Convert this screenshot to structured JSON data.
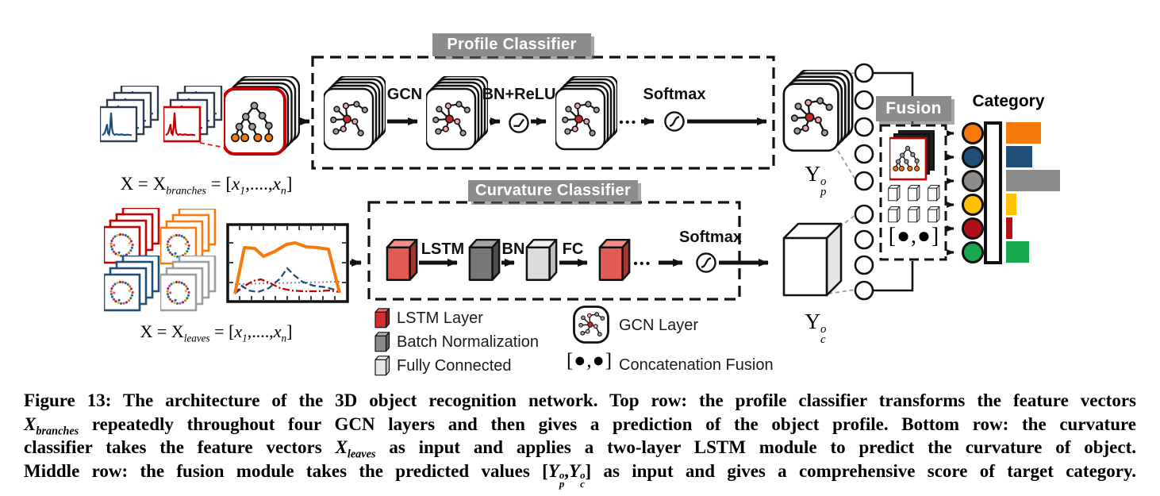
{
  "profile": {
    "badge": "Profile Classifier",
    "labels": {
      "gcn": "GCN",
      "bn_relu": "BN+ReLU",
      "softmax": "Softmax",
      "ellipsis": "•••"
    },
    "input": {
      "pre": "X = X",
      "sub": "branches",
      "mid": " = [",
      "x1": "x",
      "s1": "1",
      "dots": ",....,",
      "x2": "x",
      "s2": "n",
      "post": "]"
    },
    "output": {
      "base": "Y",
      "sup": "o",
      "sub": "p"
    }
  },
  "curvature": {
    "badge": "Curvature Classifier",
    "labels": {
      "lstm": "LSTM",
      "bn": "BN",
      "fc": "FC",
      "softmax": "Softmax",
      "ellipsis": "•••"
    },
    "input": {
      "pre": "X = X",
      "sub": "leaves",
      "mid": " = [",
      "x1": "x",
      "s1": "1",
      "dots": ",....,",
      "x2": "x",
      "s2": "n",
      "post": "]"
    },
    "output": {
      "base": "Y",
      "sup": "o",
      "sub": "c"
    }
  },
  "fusion": {
    "badge": "Fusion",
    "concat_symbol": "[●,●]"
  },
  "category": {
    "title": "Category",
    "items": [
      {
        "name": "orange",
        "color": "#F5790B",
        "bar": 44
      },
      {
        "name": "navy",
        "color": "#1F4E79",
        "bar": 33
      },
      {
        "name": "gray",
        "color": "#8C8C8C",
        "bar": 68
      },
      {
        "name": "yellow",
        "color": "#FFC000",
        "bar": 13
      },
      {
        "name": "dark-red",
        "color": "#B01118",
        "bar": 8
      },
      {
        "name": "green",
        "color": "#17A74F",
        "bar": 29
      }
    ]
  },
  "legend": {
    "lstm": "LSTM Layer",
    "batch_norm": "Batch Normalization",
    "fully_connected": "Fully Connected",
    "gcn": "GCN Layer",
    "concat": "Concatenation Fusion",
    "concat_symbol": "[●,●]"
  },
  "caption": {
    "l1": "Figure 13: The architecture of the 3D object recognition network. Top row: the profile classifier transforms the feature vectors",
    "l2": {
      "x": "X",
      "sub": "branches",
      "text": " repeatedly throughout four GCN layers and then gives a prediction of the object profile. Bottom row: the curvature"
    },
    "l3": {
      "a": "classifier takes the feature vectors ",
      "x": "X",
      "sub": "leaves",
      "b": " as input and applies a two-layer LSTM module to predict the curvature of object."
    },
    "l4": {
      "a": "Middle row: the fusion module takes the predicted values [",
      "y": "Y",
      "sup": "o",
      "subp": "p",
      "comma": ",",
      "y2": "Y",
      "subc": "c",
      "b": "] as input and gives a comprehensive score of target category."
    }
  }
}
